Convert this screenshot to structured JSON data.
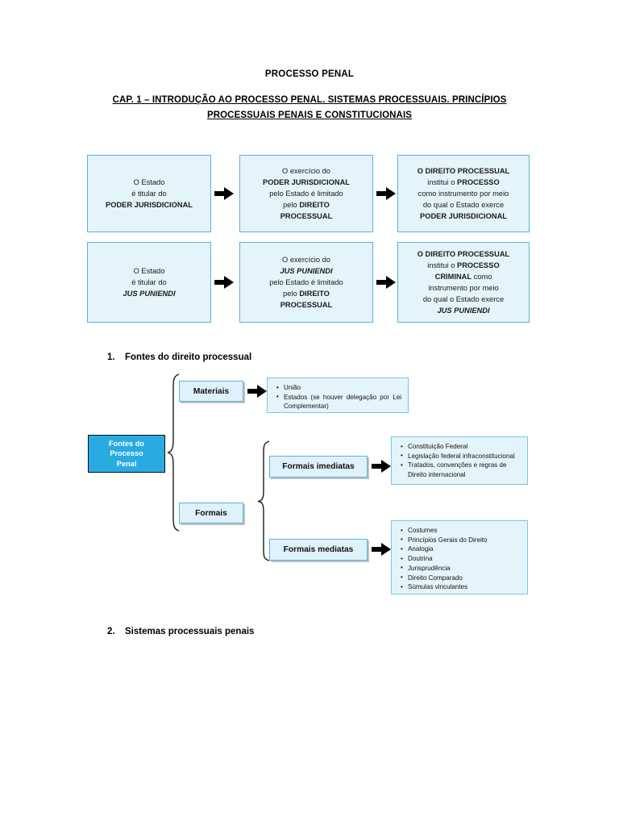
{
  "document": {
    "title": "PROCESSO PENAL",
    "subtitle": "CAP. 1 – INTRODUÇÃO AO PROCESSO PENAL. SISTEMAS PROCESSUAIS. PRINCÍPIOS PROCESSUAIS PENAIS E CONSTITUCIONAIS"
  },
  "colors": {
    "box_fill": "#e4f4fb",
    "box_border": "#57b4da",
    "root_fill": "#29abe2",
    "root_border": "#111111",
    "arrow": "#000000",
    "text": "#1a1a1a"
  },
  "flow_row_1": {
    "box1": {
      "line1": "O Estado",
      "line2": "é titular do",
      "line3": "PODER JURISDICIONAL"
    },
    "box2": {
      "line1": "O exercício do",
      "line2": "PODER JURISDICIONAL",
      "line3": "pelo Estado é limitado",
      "line4a": "pelo ",
      "line4b": "DIREITO",
      "line5": "PROCESSUAL"
    },
    "box3": {
      "line1": "O DIREITO PROCESSUAL",
      "line2a": "institui o ",
      "line2b": "PROCESSO",
      "line3": "como instrumento por meio",
      "line4": "do qual o Estado exerce",
      "line5": "PODER JURISDICIONAL"
    },
    "arrow1_name": "arrow-right",
    "arrow2_name": "arrow-right"
  },
  "flow_row_2": {
    "box1": {
      "line1": "O Estado",
      "line2": "é titular do",
      "line3": "JUS PUNIENDI"
    },
    "box2": {
      "line1": "O exercício do",
      "line2": "JUS PUNIENDI",
      "line3": "pelo Estado é limitado",
      "line4a": "pelo ",
      "line4b": "DIREITO",
      "line5": "PROCESSUAL"
    },
    "box3": {
      "line1": "O DIREITO PROCESSUAL",
      "line2a": "institui o ",
      "line2b": "PROCESSO",
      "line3a": "CRIMINAL",
      "line3b": " como",
      "line4": "instrumento por meio",
      "line5": "do qual o Estado exerce",
      "line6": "JUS PUNIENDI"
    },
    "arrow1_name": "arrow-right",
    "arrow2_name": "arrow-right"
  },
  "section_1": {
    "number": "1.",
    "label": "Fontes do direito processual"
  },
  "section_2": {
    "number": "2.",
    "label": "Sistemas processuais penais"
  },
  "tree": {
    "root": {
      "line1": "Fontes do",
      "line2": "Processo",
      "line3": "Penal"
    },
    "materiais": {
      "label": "Materiais",
      "items": [
        "União",
        "Estados (se houver delegação por Lei Complementar)"
      ]
    },
    "formais": {
      "label": "Formais"
    },
    "formais_imediatas": {
      "label": "Formais imediatas",
      "items": [
        "Constituição Federal",
        "Legislação federal infraconstitucional",
        "Tratados, convenções e regras de Direito internacional"
      ]
    },
    "formais_mediatas": {
      "label": "Formais mediatas",
      "items": [
        "Costumes",
        "Princípios Gerais do Direito",
        "Analogia",
        "Doutrina",
        "Jurisprudência",
        "Direito Comparado",
        "Súmulas vinculantes"
      ]
    }
  }
}
